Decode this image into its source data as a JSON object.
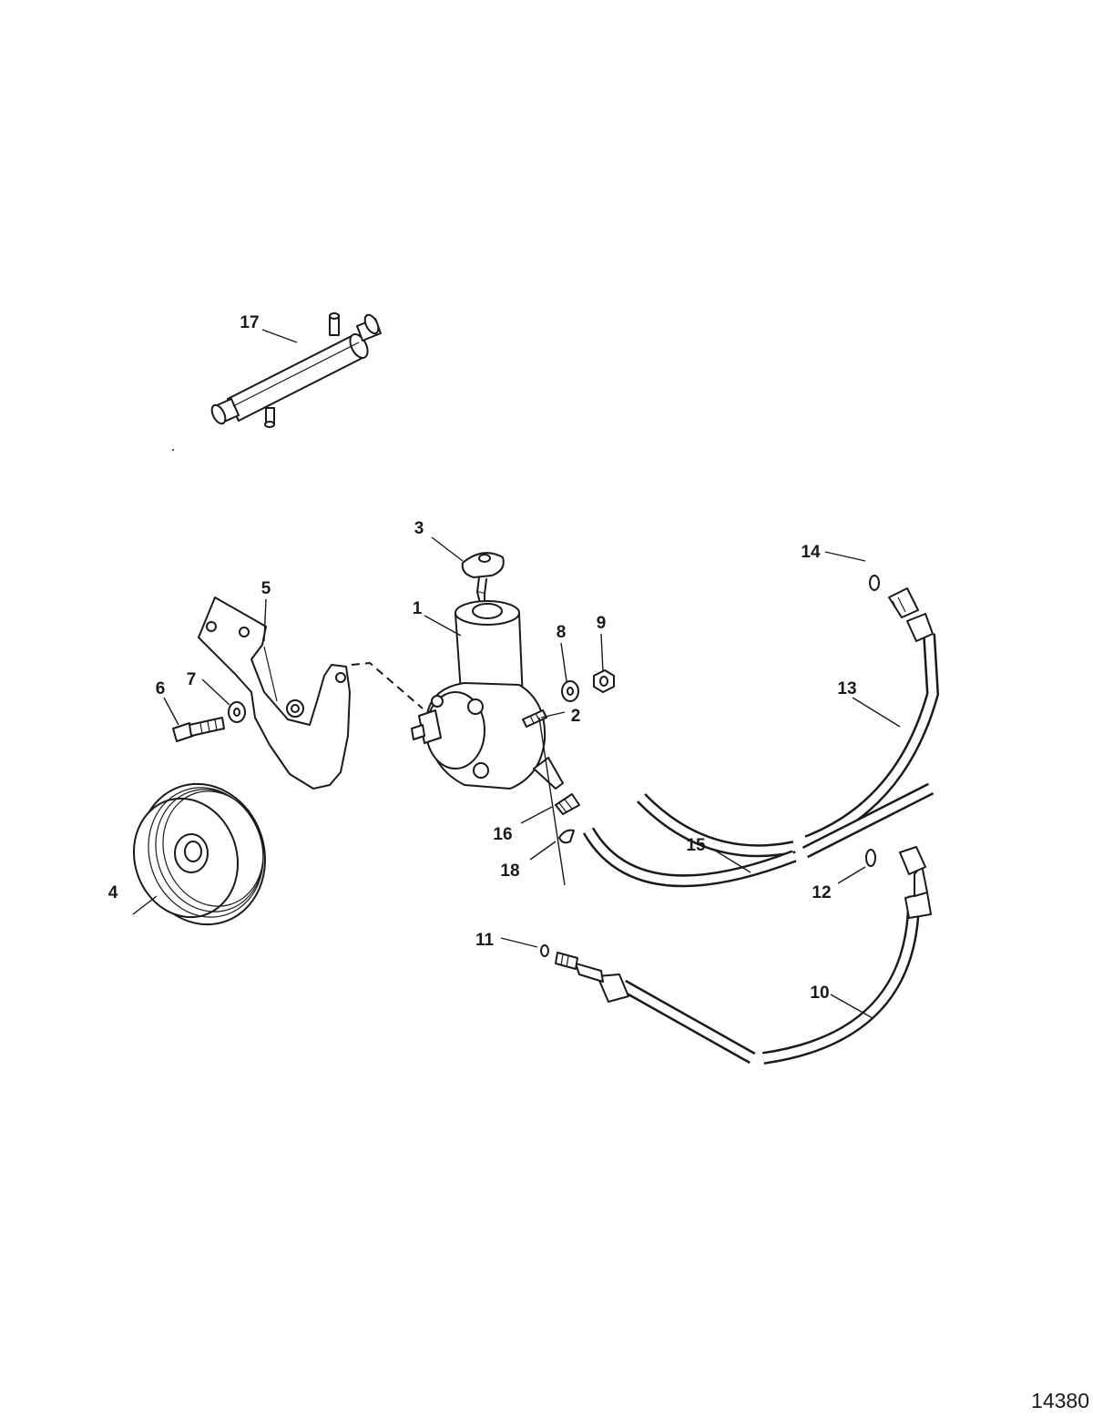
{
  "figure_number": "14380",
  "callouts": [
    {
      "label": "1",
      "part": "power-steering-pump"
    },
    {
      "label": "2",
      "part": "stud"
    },
    {
      "label": "3",
      "part": "reservoir-cap"
    },
    {
      "label": "4",
      "part": "pulley"
    },
    {
      "label": "5",
      "part": "pump-bracket"
    },
    {
      "label": "6",
      "part": "screw"
    },
    {
      "label": "7",
      "part": "washer"
    },
    {
      "label": "8",
      "part": "washer"
    },
    {
      "label": "9",
      "part": "nut"
    },
    {
      "label": "10",
      "part": "pressure-hose"
    },
    {
      "label": "11",
      "part": "o-ring"
    },
    {
      "label": "12",
      "part": "o-ring"
    },
    {
      "label": "13",
      "part": "return-hose"
    },
    {
      "label": "14",
      "part": "o-ring"
    },
    {
      "label": "15",
      "part": "hose"
    },
    {
      "label": "16",
      "part": "fitting"
    },
    {
      "label": "17",
      "part": "oil-cooler"
    },
    {
      "label": "18",
      "part": "clamp"
    }
  ]
}
